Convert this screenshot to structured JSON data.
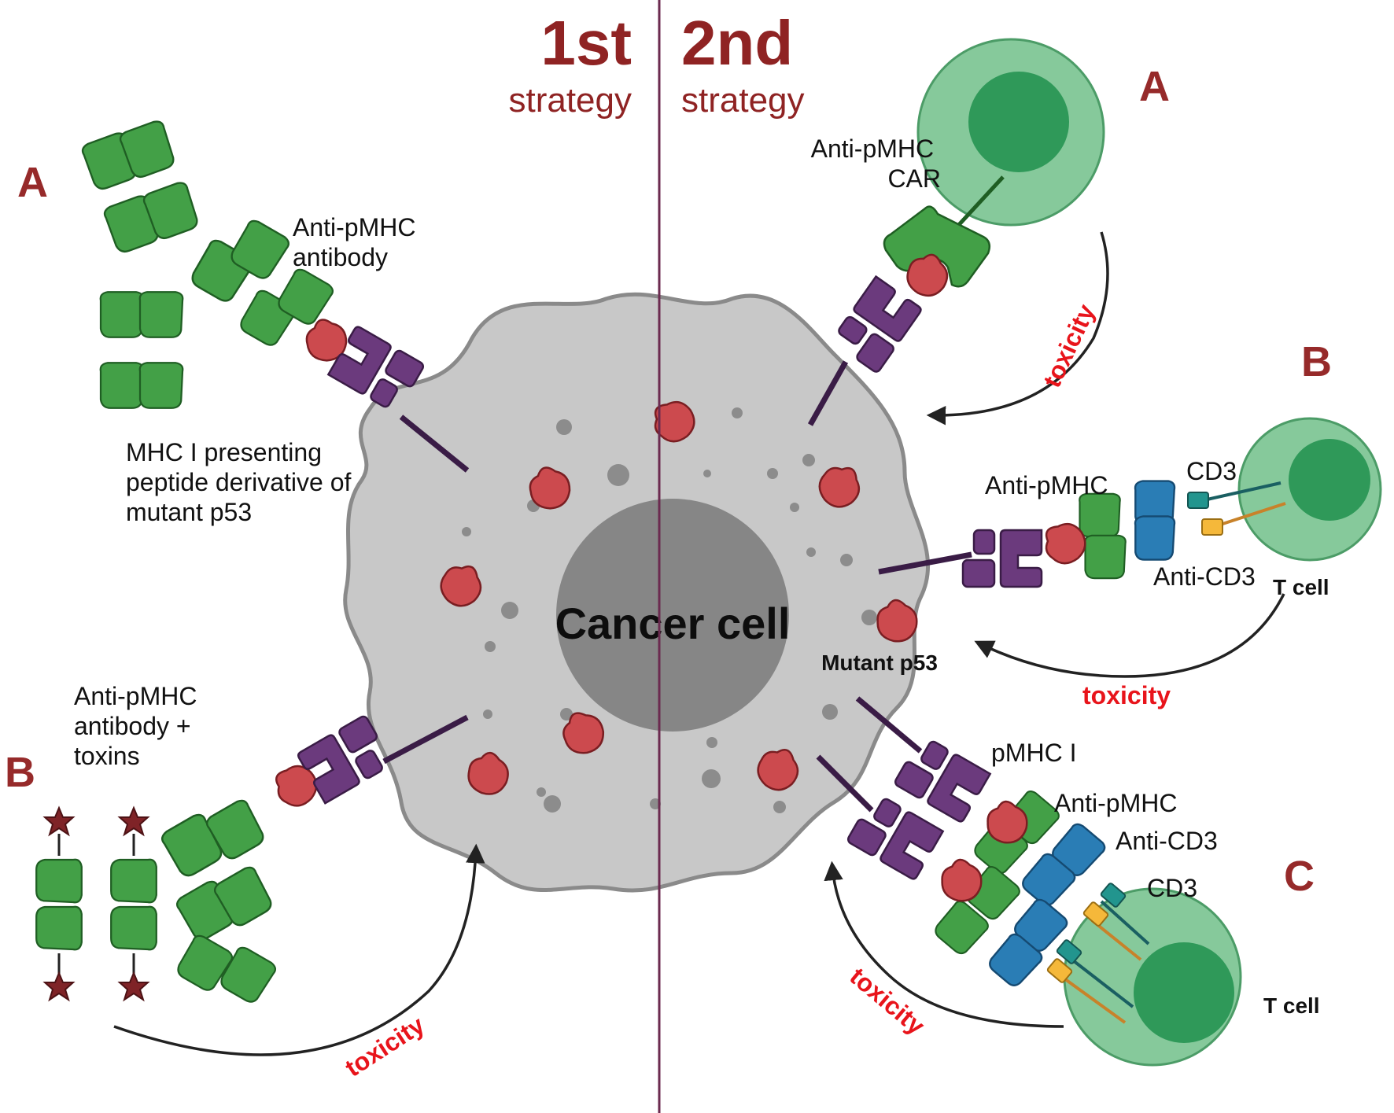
{
  "headers": {
    "first_num": "1st",
    "first_word": "strategy",
    "second_num": "2nd",
    "second_word": "strategy"
  },
  "cancer_cell": {
    "title": "Cancer cell",
    "mutant_label": "Mutant p53"
  },
  "first_strategy": {
    "a": {
      "letter": "A",
      "antibody_label": [
        "Anti-pMHC",
        "antibody"
      ],
      "mhc_label": [
        "MHC I presenting",
        "peptide derivative of",
        "mutant p53"
      ]
    },
    "b": {
      "letter": "B",
      "label": [
        "Anti-pMHC",
        "antibody +",
        "toxins"
      ],
      "toxicity": "toxicity"
    }
  },
  "second_strategy": {
    "a": {
      "letter": "A",
      "label": [
        "Anti-pMHC",
        "CAR"
      ],
      "toxicity": "toxicity"
    },
    "b": {
      "letter": "B",
      "anti_pmhc": "Anti-pMHC",
      "cd3": "CD3",
      "anti_cd3": "Anti-CD3",
      "t_cell": "T cell",
      "toxicity": "toxicity"
    },
    "c": {
      "letter": "C",
      "pmhc": "pMHC I",
      "anti_pmhc": "Anti-pMHC",
      "anti_cd3": "Anti-CD3",
      "cd3": "CD3",
      "t_cell": "T cell",
      "toxicity": "toxicity"
    }
  },
  "colors": {
    "header_red": "#8f2323",
    "letter_red": "#962a2a",
    "toxicity_red": "#e8141b",
    "antibody_green": "#43a047",
    "mhc_purple": "#6b3a7d",
    "peptide_red": "#cc4a4e",
    "cd3_blue": "#2a7db5",
    "cell_gray": "#c8c8c8",
    "nucleus_gray": "#868686",
    "tcell_green": "#86c99b",
    "divider": "#6b2a4f"
  }
}
